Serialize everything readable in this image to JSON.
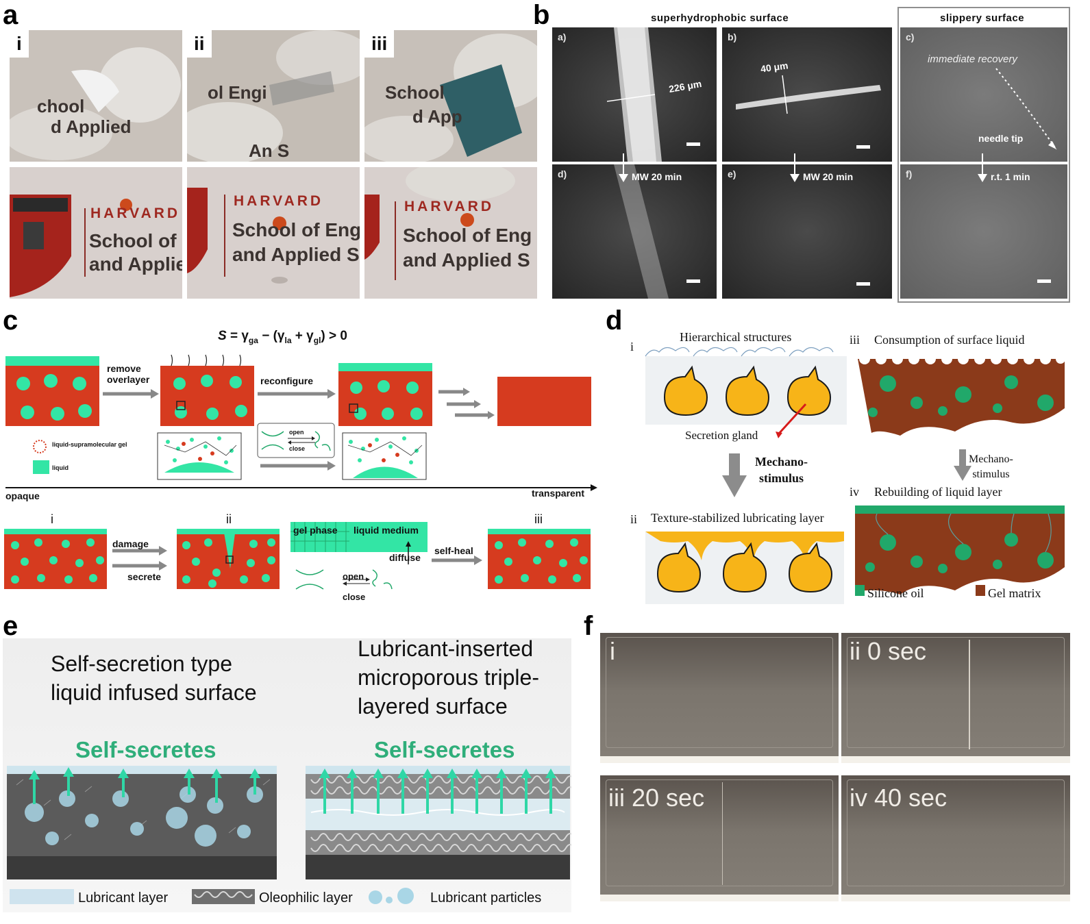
{
  "panel_letters": {
    "a": "a",
    "b": "b",
    "c": "c",
    "d": "d",
    "e": "e",
    "f": "f"
  },
  "panel_a": {
    "labels": [
      "i",
      "ii",
      "iii"
    ],
    "photo_text": {
      "harvard": "HARVARD",
      "school": "School of Eng",
      "and_applied": "and Applied S"
    }
  },
  "panel_b": {
    "heading_left": "superhydrophobic surface",
    "heading_right": "slippery surface",
    "sub": {
      "a": "a)",
      "b": "b)",
      "c": "c)",
      "d": "d)",
      "e": "e)",
      "f": "f)"
    },
    "width_a": "226 μm",
    "width_b": "40 μm",
    "immediate_recovery": "immediate recovery",
    "needle_tip": "needle tip",
    "arrow_a": "MW 20 min",
    "arrow_b": "MW 20 min",
    "arrow_c": "r.t. 1 min"
  },
  "panel_c": {
    "equation": {
      "S": "S",
      "eq": " = γ",
      "ga": "ga",
      "minus": " − (γ",
      "la": "la",
      "plus": " + γ",
      "gl": "gl",
      "end": ") > 0"
    },
    "remove_overlayer_1": "remove",
    "remove_overlayer_2": "overlayer",
    "reconfigure": "reconfigure",
    "legend_gel": "liquid-supramolecular gel",
    "legend_liquid": "liquid",
    "open": "open",
    "close": "close",
    "opaque": "opaque",
    "transparent": "transparent",
    "stage_i": "i",
    "stage_ii": "ii",
    "stage_iii": "iii",
    "damage": "damage",
    "secrete": "secrete",
    "gel_phase": "gel phase",
    "liquid_medium": "liquid medium",
    "diffuse": "diffuse",
    "self_heal": "self-heal",
    "open2": "open",
    "close2": "close"
  },
  "panel_d": {
    "i": "i",
    "hierarchical": "Hierarchical structures",
    "secretion_gland": "Secretion gland",
    "mech1_a": "Mechano-",
    "mech1_b": "stimulus",
    "ii": "ii",
    "texture": "Texture-stabilized lubricating layer",
    "iii": "iii",
    "consumption": "Consumption of surface liquid",
    "mech2_a": "Mechano-",
    "mech2_b": "stimulus",
    "iv": "iv",
    "rebuilding": "Rebuilding of liquid layer",
    "silicone_oil": "Silicone oil",
    "gel_matrix": "Gel matrix"
  },
  "panel_e": {
    "title_left_1": "Self-secretion type",
    "title_left_2": "liquid infused surface",
    "title_right_1": "Lubricant-inserted",
    "title_right_2": "microporous triple-",
    "title_right_3": "layered surface",
    "self_secretes_left": "Self-secretes",
    "self_secretes_right": "Self-secretes",
    "legend_lubricant_layer": "Lubricant layer",
    "legend_oleophilic": "Oleophilic layer",
    "legend_particles": "Lubricant particles"
  },
  "panel_f": {
    "i": "i",
    "ii": "ii 0 sec",
    "iii": "iii 20 sec",
    "iv": "iv 40 sec"
  },
  "colors": {
    "red": "#d63b1f",
    "green": "#33e5a5",
    "brown": "#8b3a1a",
    "gold": "#f7b418",
    "dgreen": "#21a86a",
    "teal": "#2fd7a6"
  }
}
